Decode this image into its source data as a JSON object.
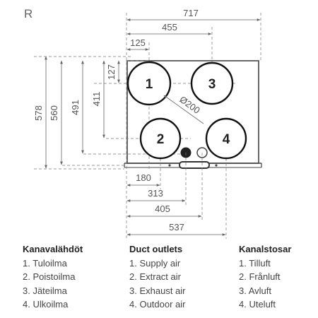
{
  "view_label": "R",
  "dimensions": {
    "width_total": "717",
    "width_3": "455",
    "width_1": "125",
    "height_127": "127",
    "height_411": "411",
    "height_491": "491",
    "height_560": "560",
    "height_578": "578",
    "diameter": "Ø200",
    "bottom_180": "180",
    "bottom_313": "313",
    "bottom_405": "405",
    "bottom_537": "537"
  },
  "outlets": [
    "1",
    "2",
    "3",
    "4"
  ],
  "legend": {
    "fi": {
      "heading": "Kanavalähdöt",
      "items": [
        "1. Tuloilma",
        "2. Poistoilma",
        "3. Jäteilma",
        "4. Ulkoilma"
      ]
    },
    "en": {
      "heading": "Duct outlets",
      "items": [
        "1. Supply air",
        "2. Extract air",
        "3. Exhaust air",
        "4. Outdoor air"
      ]
    },
    "sv": {
      "heading": "Kanalstosar",
      "items": [
        "1. Tilluft",
        "2. Frånluft",
        "3. Avluft",
        "4. Uteluft"
      ]
    }
  }
}
